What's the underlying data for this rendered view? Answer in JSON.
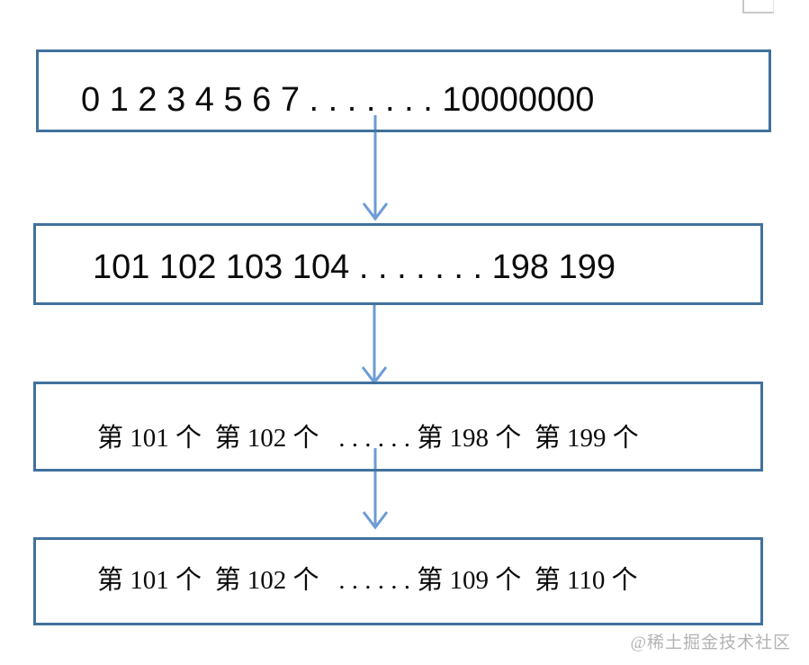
{
  "diagram": {
    "boxes": [
      {
        "name": "full-number-range",
        "text": "0 1 2 3 4 5 6 7 . . . . . . . 10000000"
      },
      {
        "name": "sliced-number-range",
        "text": "101 102 103 104 . . . . . . . 198 199"
      },
      {
        "name": "indexed-items-101-199",
        "text": "第 101 个  第 102 个   . . . . . . 第 198 个  第 199 个"
      },
      {
        "name": "indexed-items-101-110",
        "text": "第 101 个  第 102 个   . . . . . . 第 109 个  第 110 个"
      }
    ],
    "colors": {
      "box_border": "#41719C",
      "arrow": "#6C9BD5",
      "text": "#0b0b0b",
      "watermark_gray": "#b3b3b3",
      "corner_fragment_gray": "#c8c8c8"
    }
  },
  "watermark": {
    "text": "@稀土掘金技术社区"
  }
}
